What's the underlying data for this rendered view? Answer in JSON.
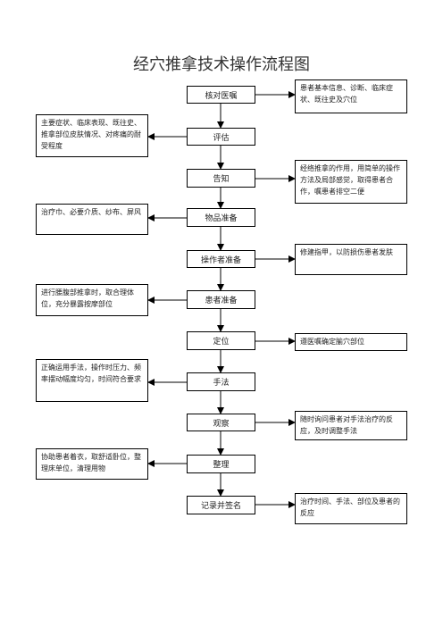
{
  "title": "经穴推拿技术操作流程图",
  "steps": [
    {
      "label": "核对医嘱"
    },
    {
      "label": "评估"
    },
    {
      "label": "告知"
    },
    {
      "label": "物品准备"
    },
    {
      "label": "操作者准备"
    },
    {
      "label": "患者准备"
    },
    {
      "label": "定位"
    },
    {
      "label": "手法"
    },
    {
      "label": "观察"
    },
    {
      "label": "整理"
    },
    {
      "label": "记录并签名"
    }
  ],
  "notes": [
    {
      "text": "患者基本信息、诊断、临床症状、既往史及穴位"
    },
    {
      "text": "主要症状、临床表现、既往史、推拿部位皮肤情况、对疼痛的耐受程度"
    },
    {
      "text": "经络推拿的作用，用简单的操作方法及局部感觉，取得患者合作，嘱患者排空二便"
    },
    {
      "text": "治疗巾、必要介质、纱布、屏风"
    },
    {
      "text": "修建指甲，以防损伤患者发肤"
    },
    {
      "text": "进行腰腹部推拿时，取合理体位，充分暴露按摩部位"
    },
    {
      "text": "遵医嘱确定腧穴部位"
    },
    {
      "text": "正确运用手法，操作时压力、频率摆动幅度均匀，时间符合要求"
    },
    {
      "text": "随时询问患者对手法治疗的反应，及时调整手法"
    },
    {
      "text": "协助患者着衣，取舒适卧位，整理床单位，清理用物"
    },
    {
      "text": "治疗时间、手法、部位及患者的反应"
    }
  ]
}
